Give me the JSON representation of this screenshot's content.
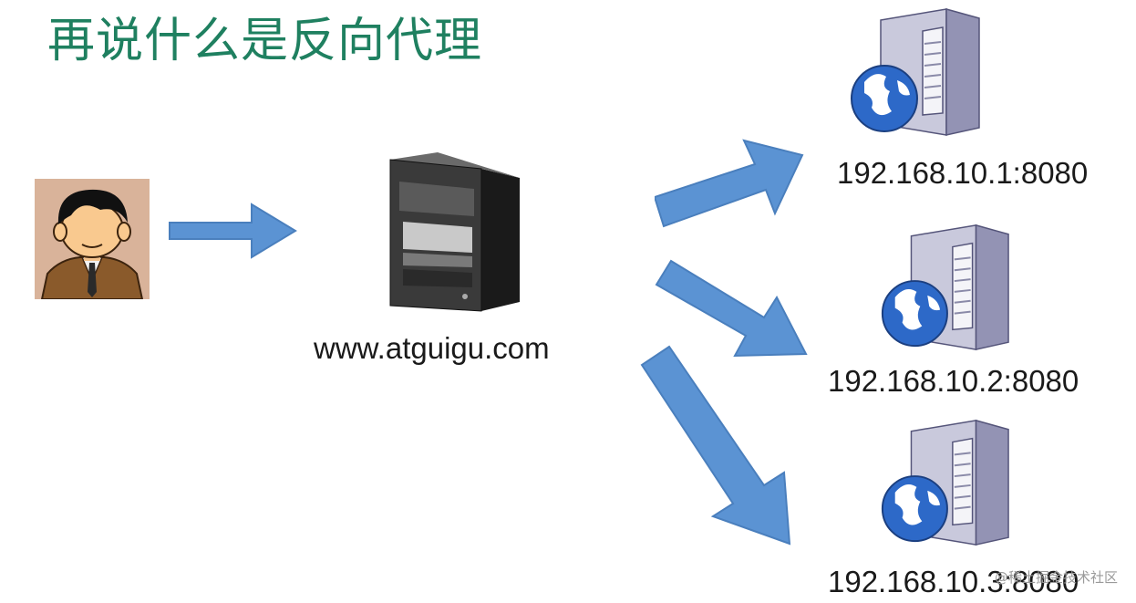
{
  "title": "再说什么是反向代理",
  "proxy": {
    "domain": "www.atguigu.com"
  },
  "servers": [
    {
      "address": "192.168.10.1:8080"
    },
    {
      "address": "192.168.10.2:8080"
    },
    {
      "address": "192.168.10.3:8080"
    }
  ],
  "icons": {
    "client": "user-icon",
    "proxy": "proxy-server-icon",
    "backend": "web-server-icon"
  },
  "colors": {
    "title": "#1f8060",
    "arrow": "#5b93d3",
    "arrow_stroke": "#4a7fbd"
  },
  "watermark": "@稀土掘金技术社区"
}
